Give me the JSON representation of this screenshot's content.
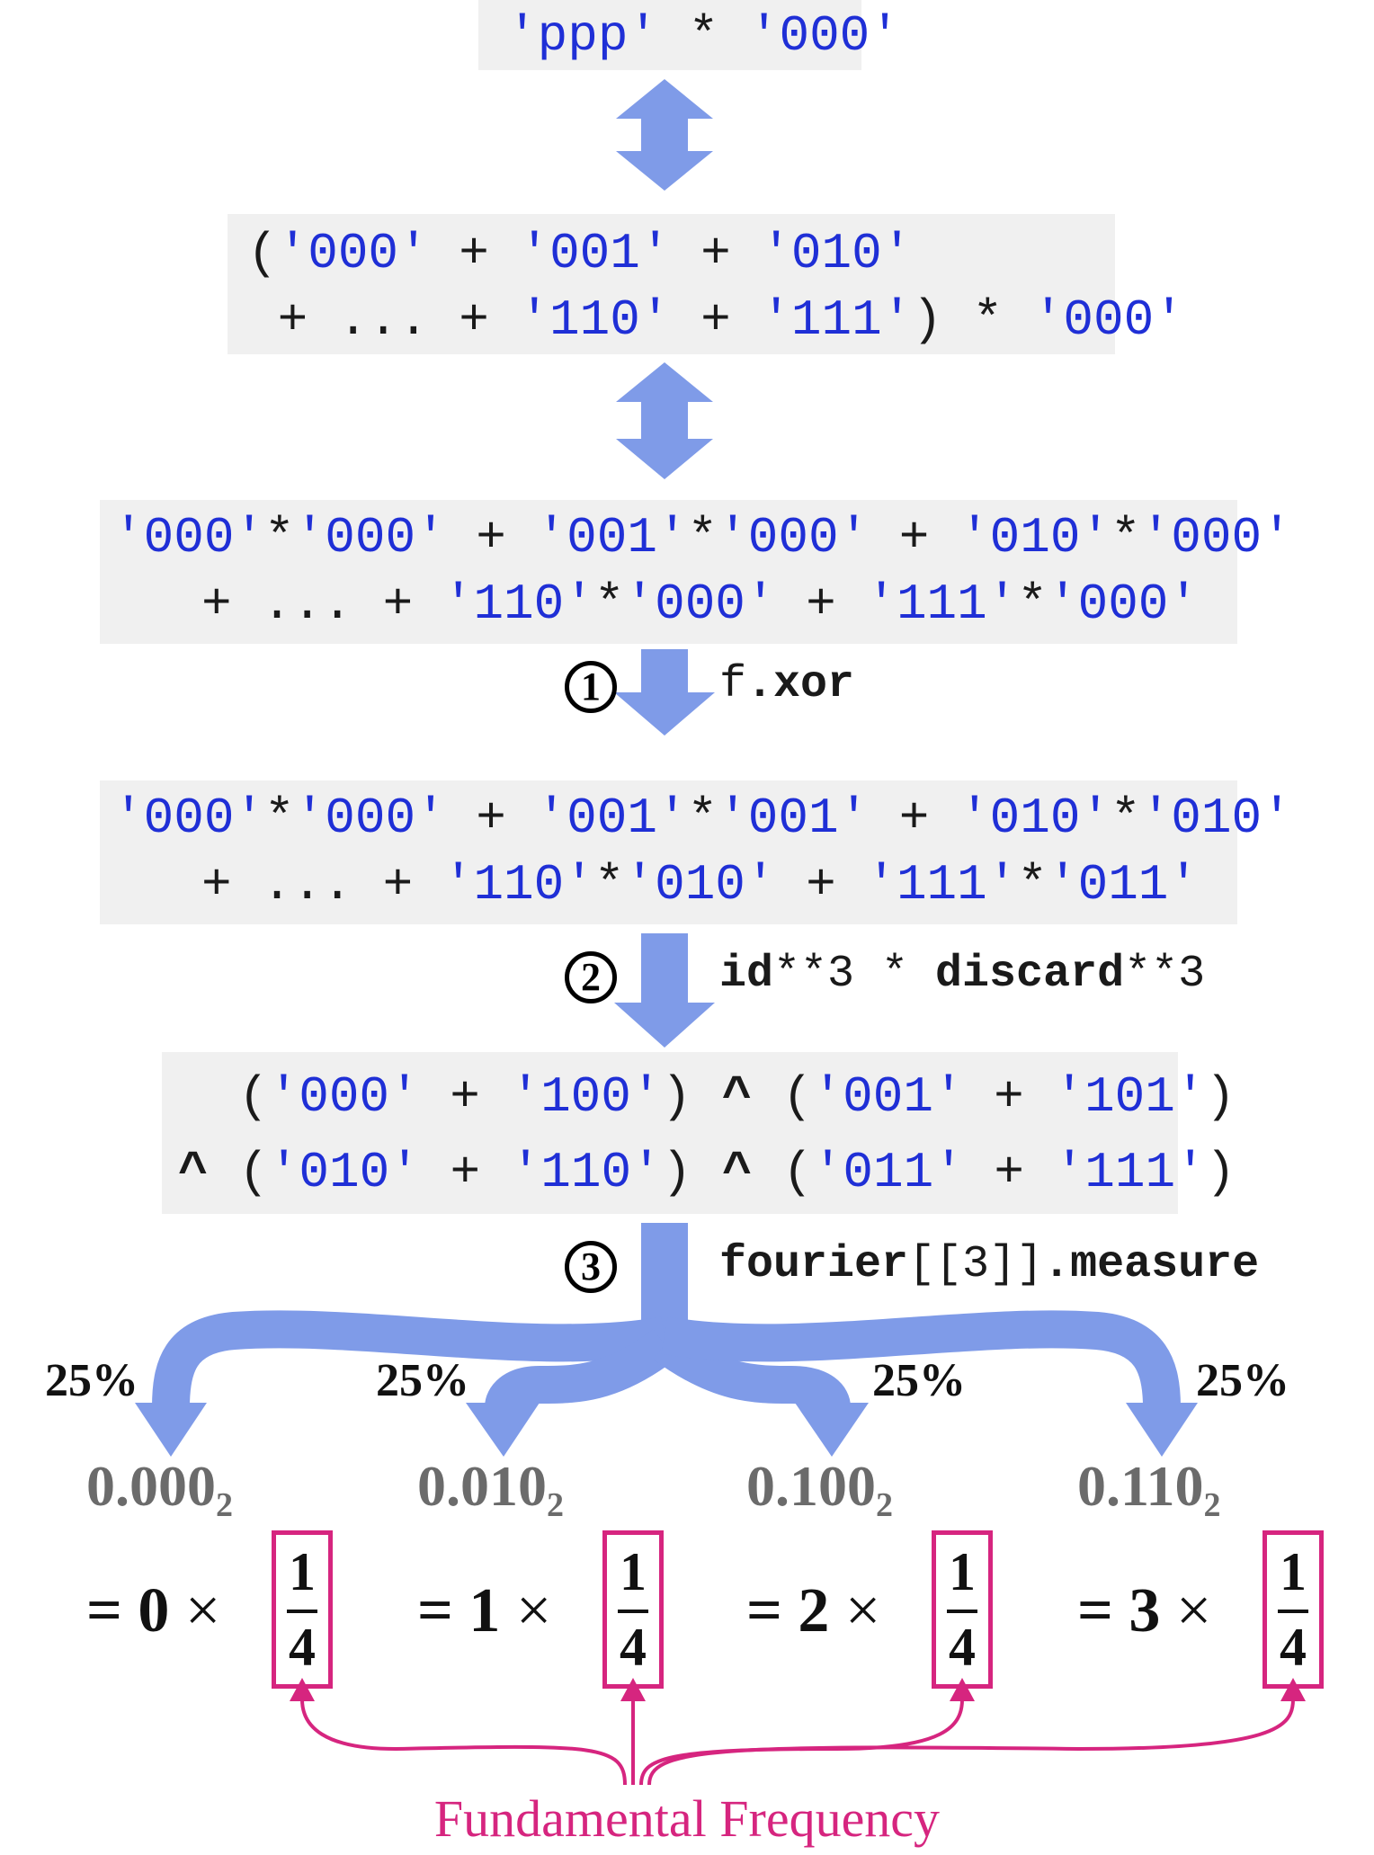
{
  "colors": {
    "arrow": "#7f9be8",
    "string": "#1f2fd6",
    "box": "#f0f0f0",
    "highlight": "#d6257f",
    "outcome": "#6b6b6b"
  },
  "expr1": {
    "s1": "'ppp'",
    "op": " * ",
    "s2": "'000'"
  },
  "expr2": {
    "line1": {
      "open": "(",
      "a": "'000'",
      "p1": " + ",
      "b": "'001'",
      "p2": " + ",
      "c": "'010'"
    },
    "line2": {
      "lead": " + ... + ",
      "d": "'110'",
      "p1": " + ",
      "e": "'111'",
      "close": ") * ",
      "f": "'000'"
    }
  },
  "expr3": {
    "line1": [
      "'000'",
      "*",
      "'000'",
      " + ",
      "'001'",
      "*",
      "'000'",
      " + ",
      "'010'",
      "*",
      "'000'"
    ],
    "line2": [
      "+ ... + ",
      "'110'",
      "*",
      "'000'",
      " + ",
      "'111'",
      "*",
      "'000'"
    ]
  },
  "expr4": {
    "line1": [
      "'000'",
      "*",
      "'000'",
      " + ",
      "'001'",
      "*",
      "'001'",
      " + ",
      "'010'",
      "*",
      "'010'"
    ],
    "line2": [
      "+ ... + ",
      "'110'",
      "*",
      "'010'",
      " + ",
      "'111'",
      "*",
      "'011'"
    ]
  },
  "expr5": {
    "line1": {
      "open1": "(",
      "a": "'000'",
      "p1": " + ",
      "b": "'100'",
      "close1": ") ",
      "caret": "^",
      "open2": " (",
      "c": "'001'",
      "p2": " + ",
      "d": "'101'",
      "close2": ")"
    },
    "line2": {
      "caret0": "^",
      "open1": " (",
      "a": "'010'",
      "p1": " + ",
      "b": "'110'",
      "close1": ") ",
      "caret": "^",
      "open2": " (",
      "c": "'011'",
      "p2": " + ",
      "d": "'111'",
      "close2": ")"
    }
  },
  "steps": [
    {
      "number": "1",
      "pre": "f",
      "bold": ".xor",
      "post": ""
    },
    {
      "number": "2",
      "bold1": "id",
      "mid1": "**3 * ",
      "bold2": "discard",
      "mid2": "**3"
    },
    {
      "number": "3",
      "bold1": "fourier",
      "mid1": "[[3]]",
      "bold2": ".measure"
    }
  ],
  "outcomes": [
    {
      "prob": "25%",
      "value": "0.000",
      "base": "2",
      "eq": "= 0",
      "times": "×",
      "num": "1",
      "den": "4"
    },
    {
      "prob": "25%",
      "value": "0.010",
      "base": "2",
      "eq": "= 1",
      "times": "×",
      "num": "1",
      "den": "4"
    },
    {
      "prob": "25%",
      "value": "0.100",
      "base": "2",
      "eq": "= 2",
      "times": "×",
      "num": "1",
      "den": "4"
    },
    {
      "prob": "25%",
      "value": "0.110",
      "base": "2",
      "eq": "= 3",
      "times": "×",
      "num": "1",
      "den": "4"
    }
  ],
  "footer": {
    "label": "Fundamental Frequency"
  }
}
